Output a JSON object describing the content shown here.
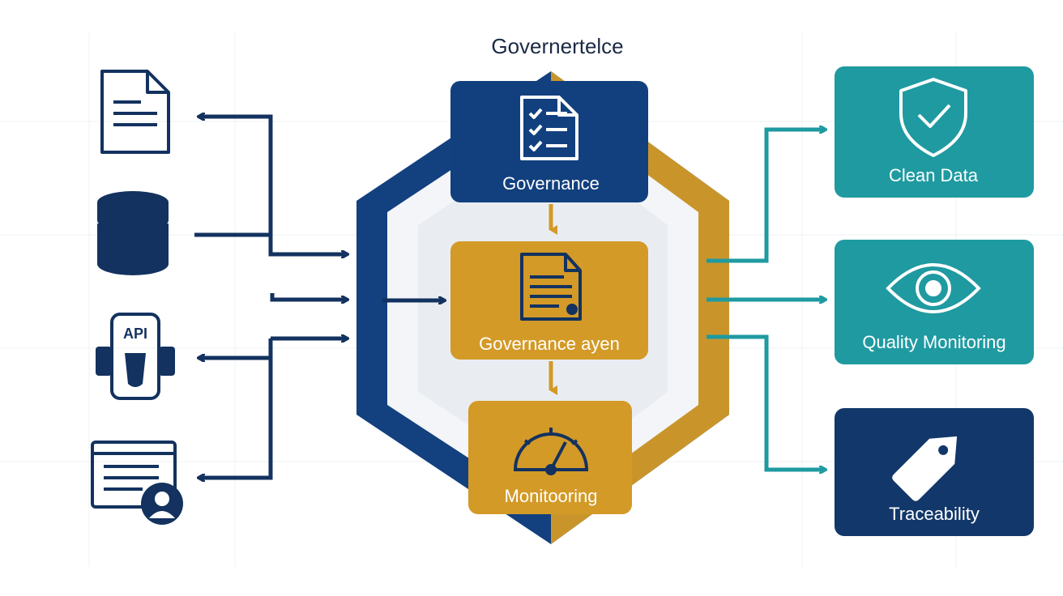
{
  "diagram": {
    "title": "Governertelce",
    "center_stages": [
      {
        "label": "Governance",
        "icon": "checklist-icon",
        "color": "#12407e"
      },
      {
        "label": "Governance ayen",
        "icon": "document-icon",
        "color": "#d39a27"
      },
      {
        "label": "Monitooring",
        "icon": "gauge-icon",
        "color": "#d39a27"
      }
    ],
    "sources": [
      {
        "icon": "document-icon"
      },
      {
        "icon": "database-icon"
      },
      {
        "icon": "api-icon",
        "label": "API"
      },
      {
        "icon": "user-form-icon"
      }
    ],
    "outputs": [
      {
        "label": "Clean Data",
        "icon": "shield-check-icon",
        "color": "#1f9aa1"
      },
      {
        "label": "Quality Monitoring",
        "icon": "eye-icon",
        "color": "#1f9aa1"
      },
      {
        "label": "Traceability",
        "icon": "tag-icon",
        "color": "#12376a"
      }
    ],
    "colors": {
      "navy": "#12407e",
      "gold": "#d39a27",
      "teal": "#1f9aa1",
      "dark": "#12376a"
    }
  }
}
